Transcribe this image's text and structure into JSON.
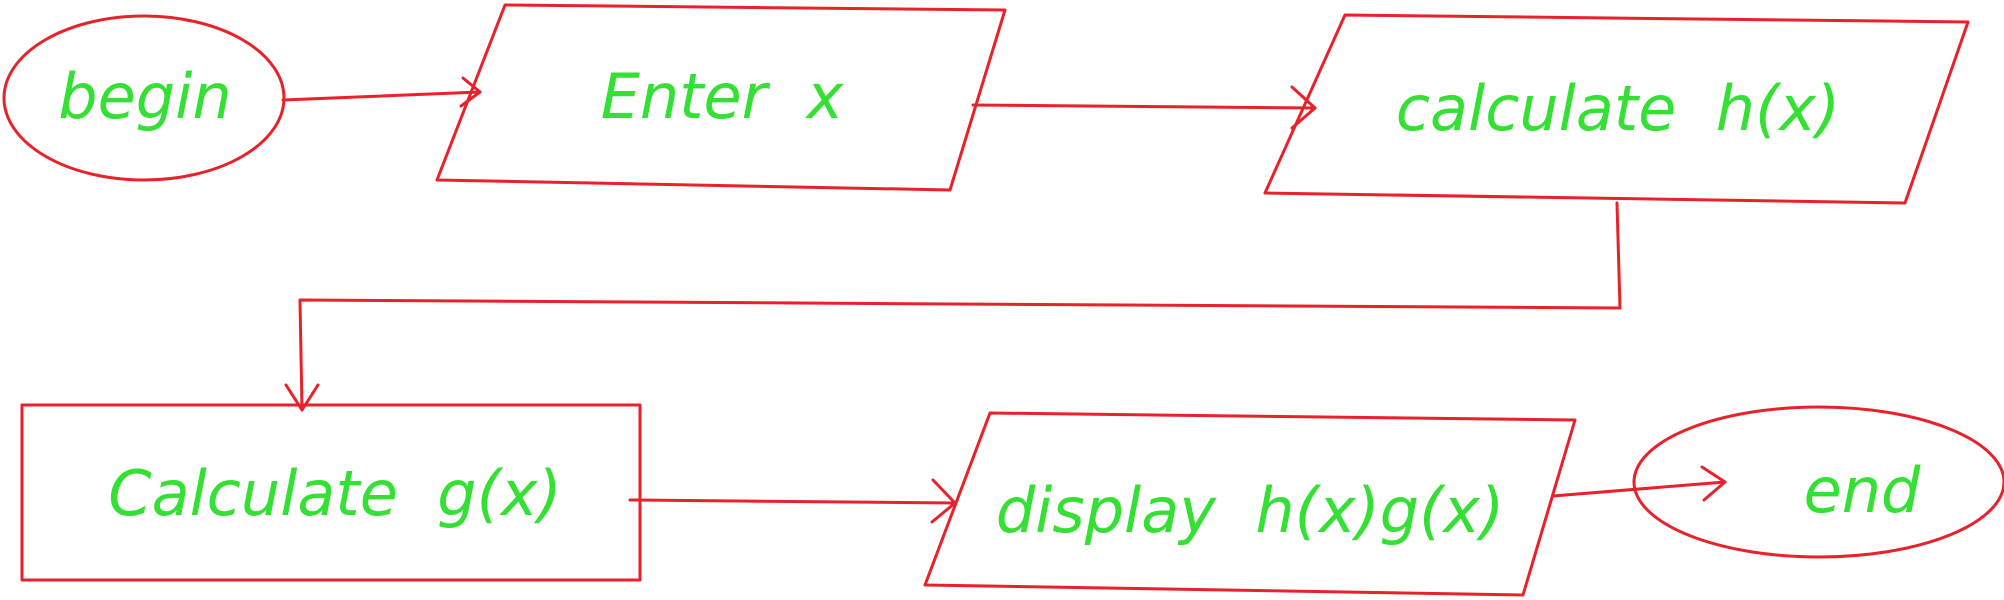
{
  "colors": {
    "stroke": "#e8222a",
    "text": "#33e033"
  },
  "flowchart": {
    "nodes": [
      {
        "id": "begin",
        "shape": "oval",
        "label": "begin"
      },
      {
        "id": "enter-x",
        "shape": "parallelogram",
        "label": "Enter  x"
      },
      {
        "id": "calc-h",
        "shape": "parallelogram",
        "label": "calculate  h(x)"
      },
      {
        "id": "calc-g",
        "shape": "rectangle",
        "label": "Calculate  g(x)"
      },
      {
        "id": "display",
        "shape": "parallelogram",
        "label": "display  h(x)g(x)"
      },
      {
        "id": "end",
        "shape": "oval",
        "label": "end"
      }
    ],
    "edges": [
      {
        "from": "begin",
        "to": "enter-x"
      },
      {
        "from": "enter-x",
        "to": "calc-h"
      },
      {
        "from": "calc-h",
        "to": "calc-g"
      },
      {
        "from": "calc-g",
        "to": "display"
      },
      {
        "from": "display",
        "to": "end"
      }
    ]
  }
}
